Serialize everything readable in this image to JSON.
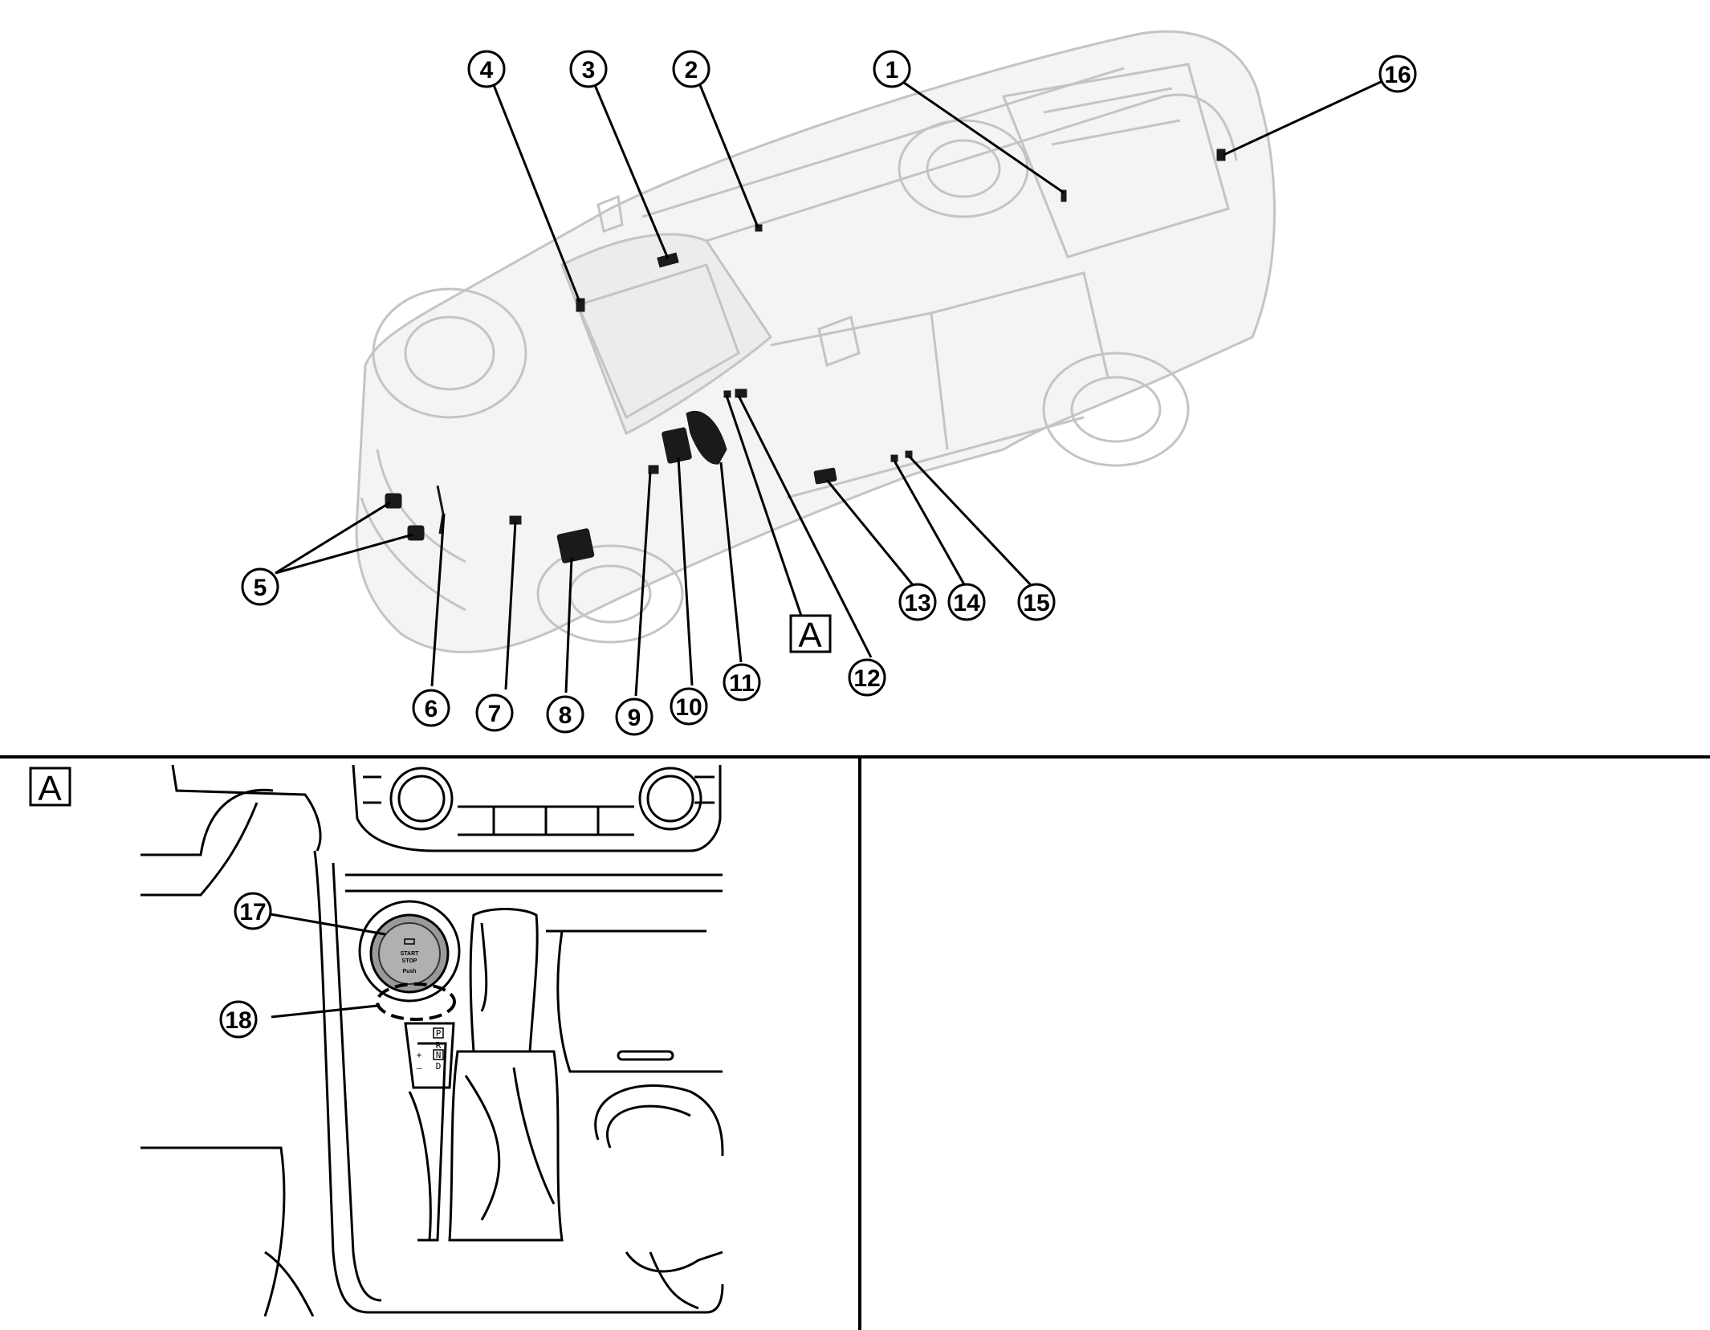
{
  "callouts": [
    {
      "label": "1"
    },
    {
      "label": "2"
    },
    {
      "label": "3"
    },
    {
      "label": "4"
    },
    {
      "label": "5"
    },
    {
      "label": "6"
    },
    {
      "label": "7"
    },
    {
      "label": "8"
    },
    {
      "label": "9"
    },
    {
      "label": "10"
    },
    {
      "label": "11"
    },
    {
      "label": "12"
    },
    {
      "label": "13"
    },
    {
      "label": "14"
    },
    {
      "label": "15"
    },
    {
      "label": "16"
    },
    {
      "label": "17"
    },
    {
      "label": "18"
    }
  ],
  "reference_box_top": "A",
  "detail_panel": {
    "label": "A",
    "start_stop_button": {
      "line1": "START",
      "line2": "STOP",
      "line3": "Push"
    },
    "gear_positions": [
      "P",
      "R",
      "N",
      "D"
    ],
    "manual_shift": [
      "+",
      "–"
    ]
  },
  "colors": {
    "line": "#000000",
    "component": "#1a1a1a",
    "ghost": "#c4c4c4",
    "ghost_fill": "#f2f2f2"
  }
}
